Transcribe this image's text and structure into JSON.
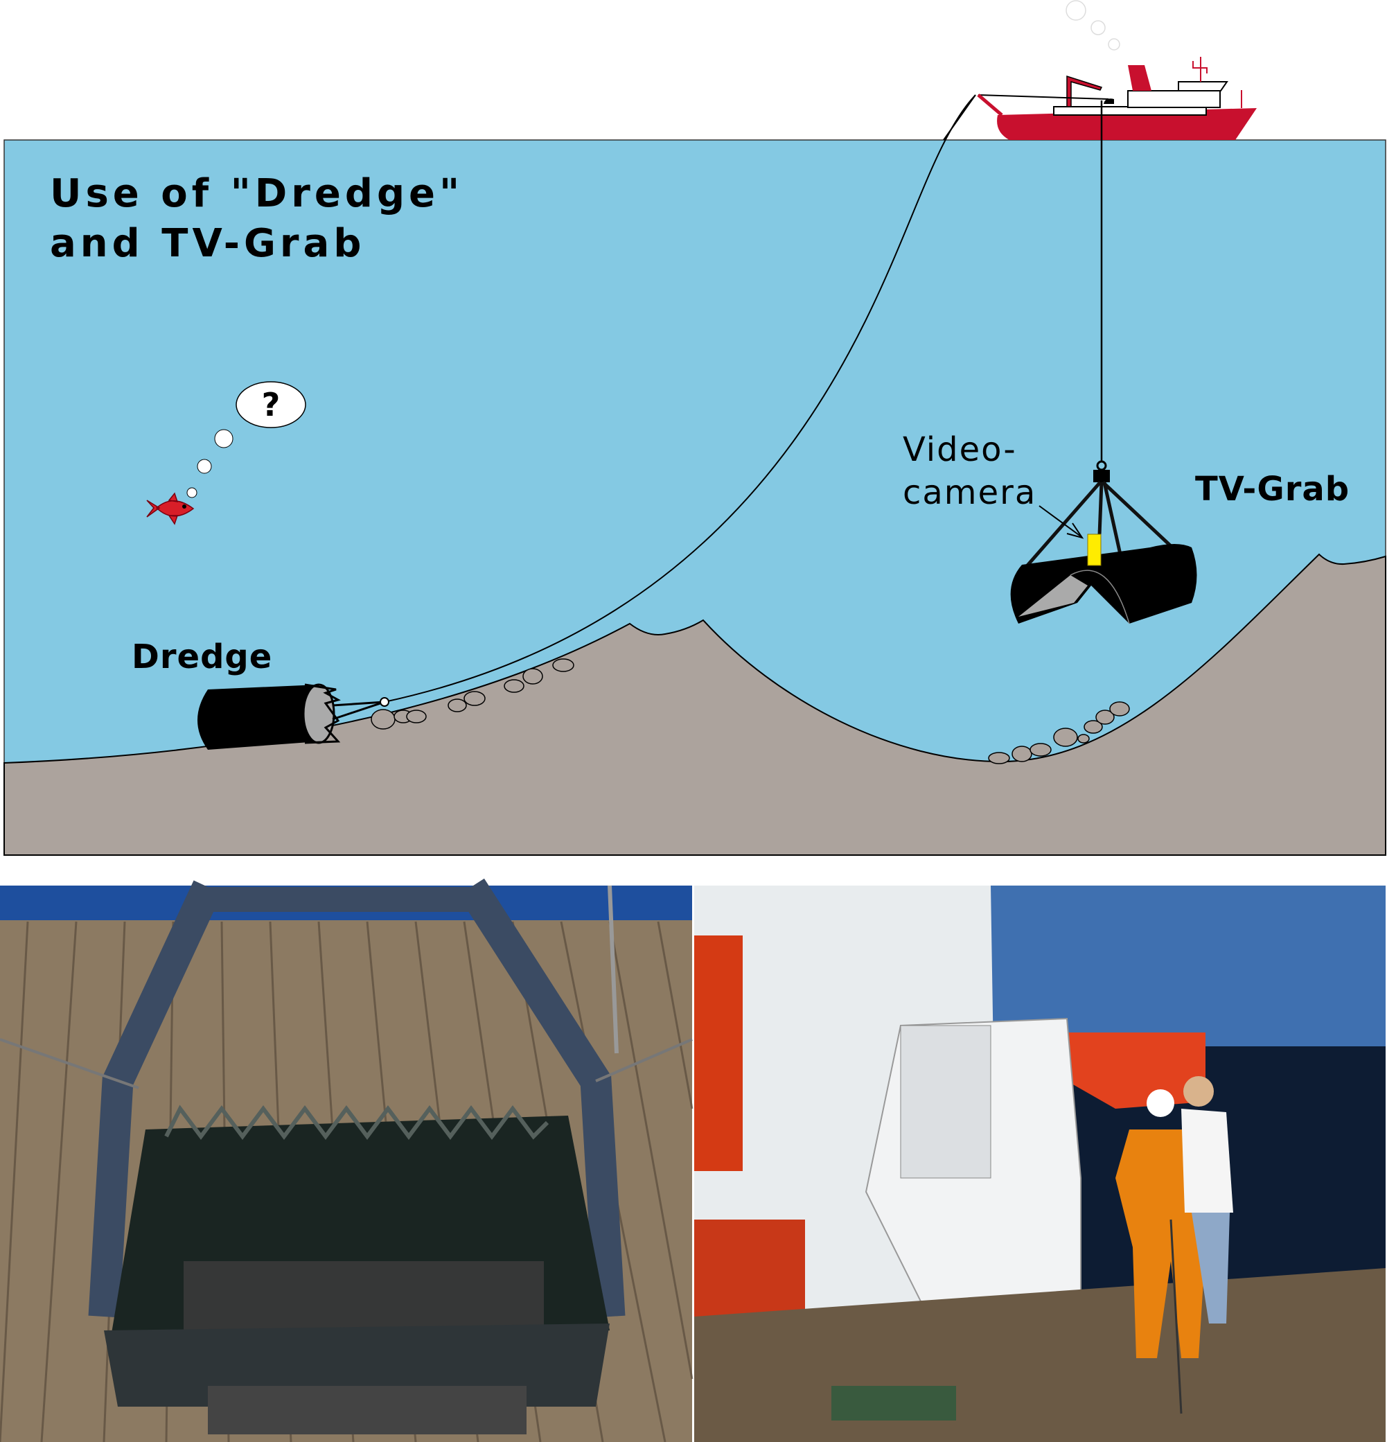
{
  "diagram": {
    "title_line1": "Use of \"Dredge\"",
    "title_line2": "and TV-Grab",
    "labels": {
      "dredge": "Dredge",
      "video_camera_line1": "Video-",
      "video_camera_line2": "camera",
      "tv_grab": "TV-Grab",
      "question_mark": "?"
    },
    "colors": {
      "water": "#84c9e3",
      "seafloor": "#aca39d",
      "ship": "#c8102e",
      "camera": "#ffec00"
    }
  },
  "photos": {
    "left": "dredge-on-deck-photo",
    "right": "tv-grab-on-deck-photo"
  }
}
